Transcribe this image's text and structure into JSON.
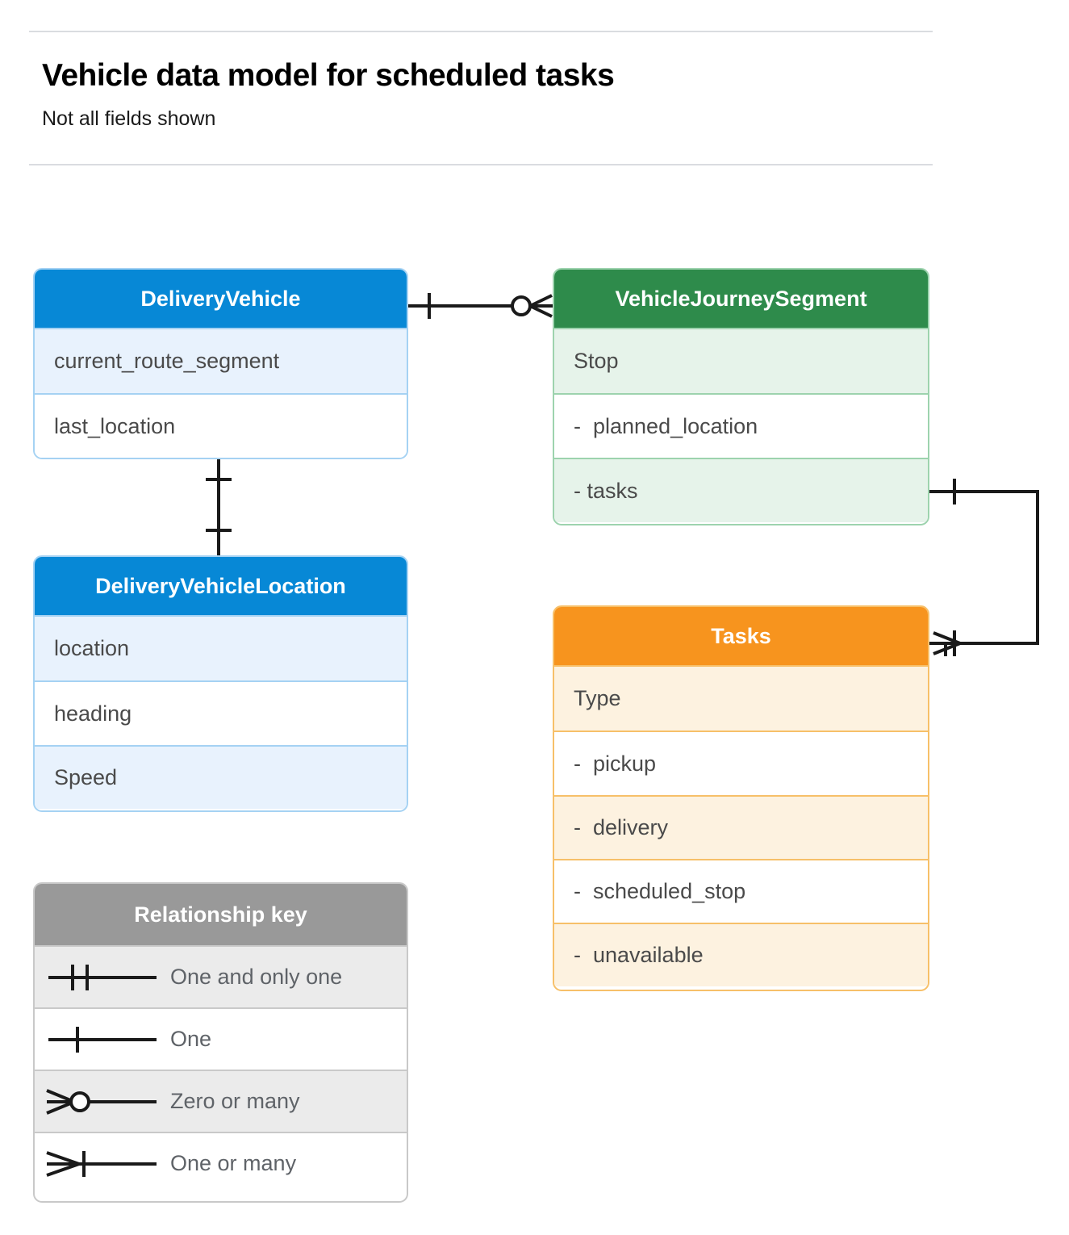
{
  "header": {
    "title": "Vehicle data model for scheduled tasks",
    "subtitle": "Not all fields shown"
  },
  "colors": {
    "blue_header": "#0788d6",
    "blue_row": "#e8f2fd",
    "blue_border": "#a5d2f3",
    "green_header": "#2e8b4b",
    "green_row": "#e6f3ea",
    "green_border": "#9dd3ae",
    "orange_header": "#f7941e",
    "orange_row": "#fdf2e0",
    "orange_border": "#f7c069",
    "gray_header": "#999999",
    "gray_row": "#ebebeb",
    "gray_border": "#c9c9c9",
    "connector": "#1a1a1a",
    "rule": "#dadce0",
    "field_text": "#4a4a4a"
  },
  "entities": [
    {
      "name": "DeliveryVehicle",
      "color": "blue",
      "fields": [
        {
          "label": "current_route_segment"
        },
        {
          "label": "last_location"
        }
      ]
    },
    {
      "name": "VehicleJourneySegment",
      "color": "green",
      "fields": [
        {
          "label": "Stop"
        },
        {
          "label": "-  planned_location"
        },
        {
          "label": "- tasks"
        }
      ]
    },
    {
      "name": "DeliveryVehicleLocation",
      "color": "blue",
      "fields": [
        {
          "label": "location"
        },
        {
          "label": "heading"
        },
        {
          "label": "Speed"
        }
      ]
    },
    {
      "name": "Tasks",
      "color": "orange",
      "fields": [
        {
          "label": "Type"
        },
        {
          "label": "-  pickup"
        },
        {
          "label": "-  delivery"
        },
        {
          "label": "-  scheduled_stop"
        },
        {
          "label": "-  unavailable"
        }
      ]
    }
  ],
  "legend": {
    "title": "Relationship key",
    "rows": [
      {
        "symbol": "one-and-only-one-icon",
        "label": "One and only one"
      },
      {
        "symbol": "one-icon",
        "label": "One"
      },
      {
        "symbol": "zero-or-many-icon",
        "label": "Zero or many"
      },
      {
        "symbol": "one-or-many-icon",
        "label": "One or many"
      }
    ]
  },
  "relationships": [
    {
      "from": "DeliveryVehicle",
      "to": "VehicleJourneySegment",
      "from_cardinality": "One",
      "to_cardinality": "Zero or many"
    },
    {
      "from": "DeliveryVehicle.last_location",
      "to": "DeliveryVehicleLocation",
      "from_cardinality": "One",
      "to_cardinality": "One"
    },
    {
      "from": "VehicleJourneySegment.tasks",
      "to": "Tasks",
      "from_cardinality": "One",
      "to_cardinality": "One or many"
    }
  ]
}
